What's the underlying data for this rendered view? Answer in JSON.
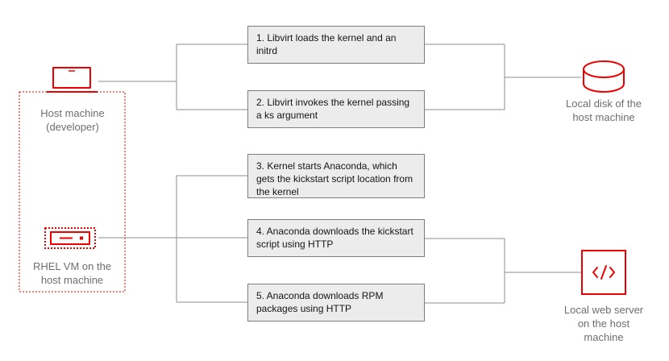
{
  "nodes": {
    "host_machine": {
      "label": "Host machine\n(developer)",
      "icon": "laptop-icon"
    },
    "rhel_vm": {
      "label": "RHEL VM on the\nhost machine",
      "icon": "server-icon"
    },
    "local_disk": {
      "label": "Local disk of the\nhost machine",
      "icon": "disk-icon"
    },
    "web_server": {
      "label": "Local web server\non the host\nmachine",
      "icon": "code-icon"
    }
  },
  "steps": [
    {
      "label": "1. Libvirt loads the kernel and an initrd"
    },
    {
      "label": "2. Libvirt invokes the kernel passing a ks argument"
    },
    {
      "label": "3. Kernel starts Anaconda, which gets the kickstart script location from the kernel"
    },
    {
      "label": "4. Anaconda downloads the kickstart script using HTTP"
    },
    {
      "label": "5. Anaconda downloads RPM packages using HTTP"
    }
  ],
  "colors": {
    "accent": "#ee0000",
    "box_fill": "#ececec",
    "box_border": "#7d7d7d",
    "connector": "#8a8d90",
    "label_text": "#6a6e73"
  }
}
